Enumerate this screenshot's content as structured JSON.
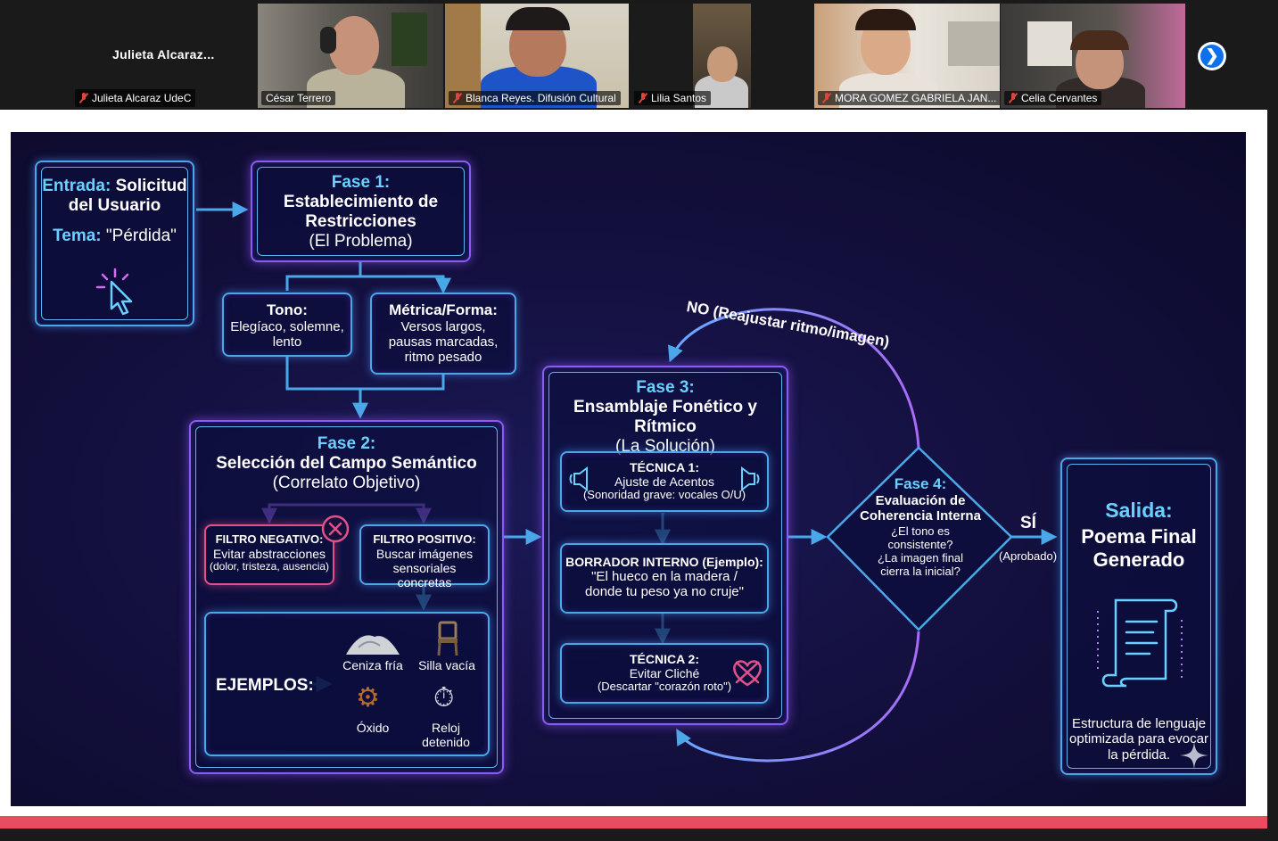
{
  "self_tile": {
    "display_name": "Julieta  Alcaraz...",
    "label": "Julieta Alcaraz UdeC"
  },
  "participants": [
    {
      "name": "César Terrero",
      "muted": false,
      "active": true
    },
    {
      "name": "Blanca Reyes. Difusión Cultural",
      "muted": true,
      "active": false
    },
    {
      "name": "Lilia Santos",
      "muted": true,
      "active": false
    },
    {
      "name": "MORA GOMEZ GABRIELA JAN...",
      "muted": true,
      "active": false
    },
    {
      "name": "Celia Cervantes",
      "muted": true,
      "active": false
    }
  ],
  "next_button": {
    "glyph": "❯",
    "icon": "chevron-right-icon"
  },
  "slide": {
    "entrada": {
      "label": "Entrada:",
      "title": "Solicitud del Usuario",
      "tema_label": "Tema:",
      "tema_value": "\"Pérdida\"",
      "icon": "cursor-click-icon"
    },
    "fase1": {
      "label": "Fase 1:",
      "title": "Establecimiento de Restricciones",
      "subtitle": "(El Problema)"
    },
    "tono": {
      "title": "Tono:",
      "text": "Elegíaco, solemne, lento"
    },
    "metrica": {
      "title": "Métrica/Forma:",
      "text": "Versos largos, pausas marcadas, ritmo pesado"
    },
    "fase2": {
      "label": "Fase 2:",
      "title": "Selección del Campo Semántico",
      "subtitle": "(Correlato Objetivo)",
      "filtro_negativo": {
        "title": "FILTRO NEGATIVO:",
        "text": "Evitar abstracciones",
        "note": "(dolor, tristeza, ausencia)",
        "icon": "x-circle-icon"
      },
      "filtro_positivo": {
        "title": "FILTRO POSITIVO:",
        "text": "Buscar imágenes sensoriales concretas"
      },
      "ejemplos_label": "EJEMPLOS:",
      "ejemplos": [
        {
          "label": "Ceniza fría",
          "icon": "ash-pile-icon"
        },
        {
          "label": "Silla vacía",
          "icon": "chair-icon"
        },
        {
          "label": "Óxido",
          "icon": "rusty-gear-icon",
          "glyph": "⚙"
        },
        {
          "label": "Reloj detenido",
          "icon": "stopwatch-icon",
          "glyph": "⏱"
        }
      ]
    },
    "fase3": {
      "label": "Fase 3:",
      "title": "Ensamblaje Fonético y Rítmico",
      "subtitle": "(La Solución)",
      "tecnica1": {
        "title": "TÉCNICA 1:",
        "text": "Ajuste de Acentos",
        "note": "(Sonoridad grave: vocales O/U)",
        "icon": "speaker-icon"
      },
      "borrador": {
        "title": "BORRADOR INTERNO (Ejemplo):",
        "line1": "\"El hueco en la madera /",
        "line2": "donde tu peso ya no cruje\""
      },
      "tecnica2": {
        "title": "TÉCNICA 2:",
        "text": "Evitar Cliché",
        "note": "(Descartar \"corazón roto\")",
        "icon": "broken-heart-icon"
      }
    },
    "fase4": {
      "label": "Fase 4:",
      "title": "Evaluación de Coherencia Interna",
      "q1": "¿El tono es consistente?",
      "q2": "¿La imagen final cierra la inicial?"
    },
    "loop_label": "NO (Reajustar ritmo/imagen)",
    "si_label": "SÍ",
    "aprobado_label": "(Aprobado)",
    "salida": {
      "label": "Salida:",
      "title": "Poema Final Generado",
      "text": "Estructura de lenguaje optimizada para evocar la pérdida.",
      "icon": "scroll-document-icon",
      "corner_icon": "sparkle-icon"
    }
  },
  "colors": {
    "accent_blue": "#4aa8e8",
    "accent_purple": "#8a5cf0",
    "accent_pink": "#e0508a",
    "highlight": "#6ad0ff",
    "active_speaker": "#2ecc71",
    "bottom_bar": "#e94b5f",
    "zoom_blue": "#0e71eb"
  }
}
